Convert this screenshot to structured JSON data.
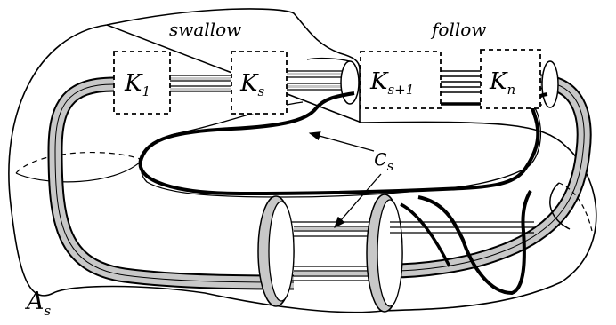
{
  "labels": {
    "swallow": "swallow",
    "follow": "follow",
    "k1": {
      "main": "K",
      "sub": "1"
    },
    "ks": {
      "main": "K",
      "sub": "s"
    },
    "ks1": {
      "main": "K",
      "sub": "s+1"
    },
    "kn": {
      "main": "K",
      "sub": "n"
    },
    "cs": {
      "main": "c",
      "sub": "s"
    },
    "as": {
      "main": "A",
      "sub": "s"
    }
  },
  "colors": {
    "band": "#c8c8c8",
    "ink": "#000000",
    "background": "#ffffff"
  }
}
